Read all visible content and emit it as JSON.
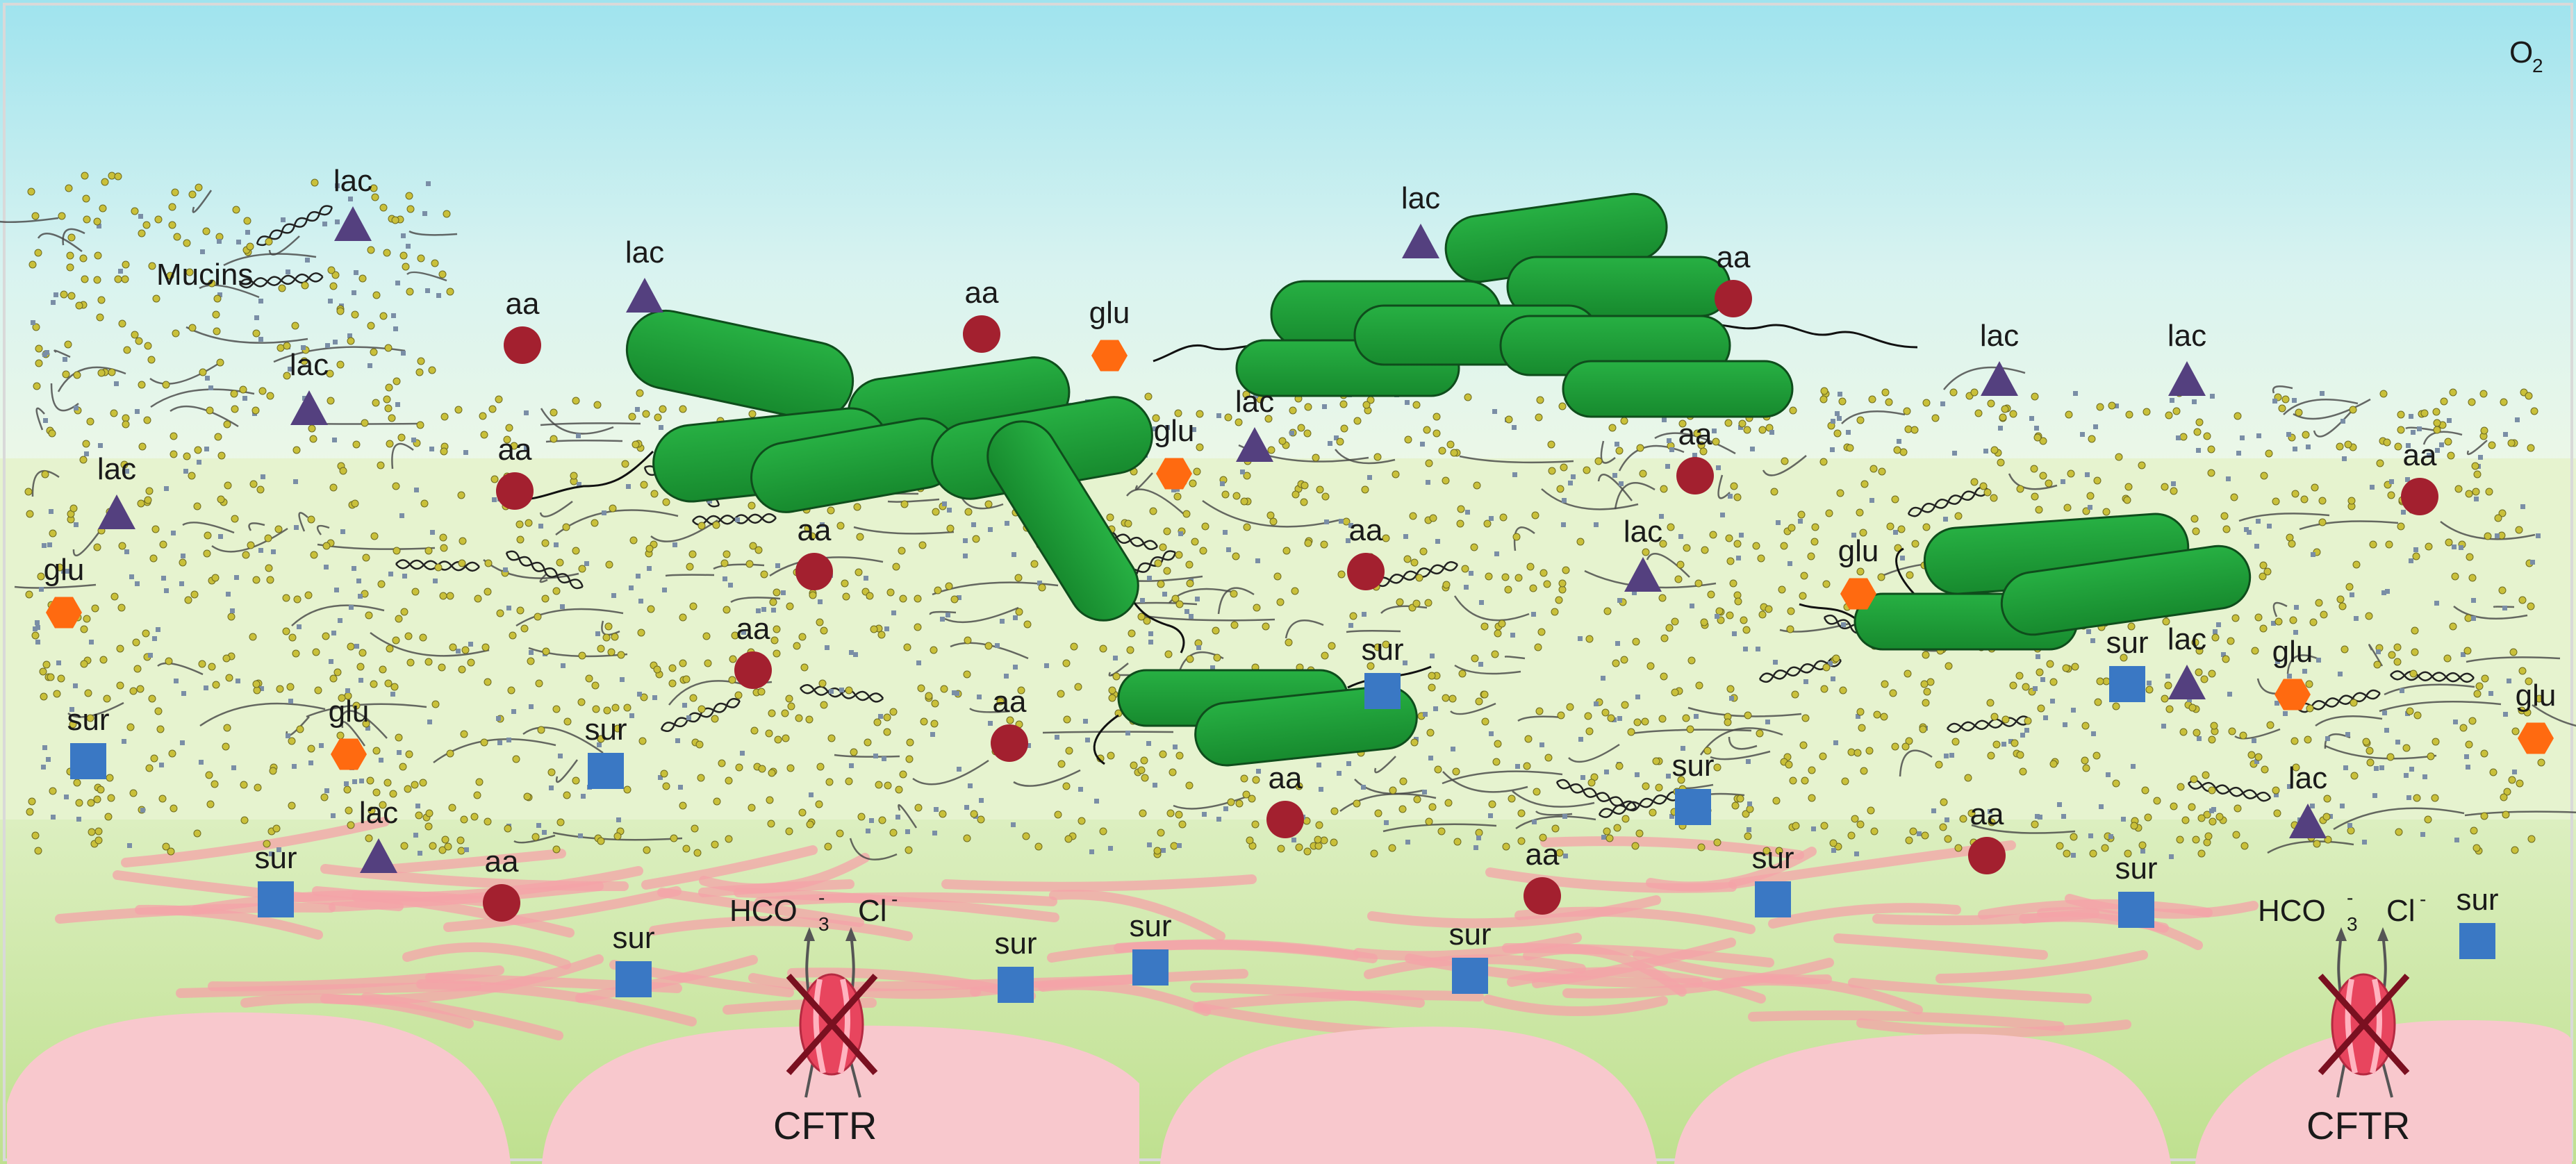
{
  "title_label": "Mucins",
  "oxygen_label": "O",
  "oxygen_subscript": "2",
  "cftr_label": "CFTR",
  "ion_labels": {
    "bicarbonate": "HCO",
    "bicarbonate_sub": "3",
    "bicarbonate_sup": "-",
    "chloride": "Cl",
    "chloride_sup": "-"
  },
  "molecule_labels": {
    "lactate": "lac",
    "amino_acid": "aa",
    "glucose": "glu",
    "surfactant": "sur"
  },
  "colors": {
    "sky_top": "#9fe3ee",
    "sky_bottom": "#e9f7ee",
    "mucus_layer": "#dff0c4",
    "periciliary": "#c8e59a",
    "epithelium": "#f8c7cc",
    "cilia": "#f4a3a8",
    "bacteria": "#1e9e37",
    "lactate": "#54407f",
    "amino_acid": "#a3202f",
    "glucose": "#ff6a10",
    "surfactant": "#3a78c4",
    "mucin_bead": "#c9c03a"
  },
  "icons": {
    "lactate": "triangle-icon",
    "amino_acid": "circle-icon",
    "glucose": "hexagon-icon",
    "surfactant": "square-icon",
    "cftr_blocked": "cross-icon"
  }
}
